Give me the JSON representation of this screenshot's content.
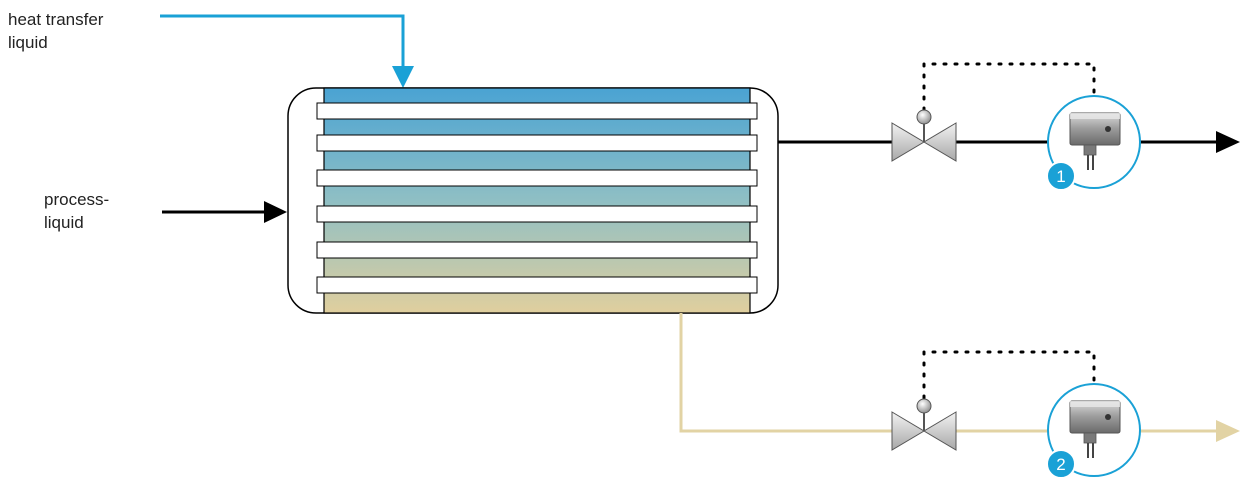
{
  "labels": {
    "heat_transfer_line1": "heat transfer",
    "heat_transfer_line2": "liquid",
    "process_line1": "process-",
    "process_line2": "liquid"
  },
  "sensors": [
    {
      "number": "1"
    },
    {
      "number": "2"
    }
  ],
  "colors": {
    "heat_transfer": "#1aa1d6",
    "process": "#000000",
    "cooled_product": "#e2d3a4",
    "badge": "#1aa1d6",
    "plate_gradient_top": "#4aa3d3",
    "plate_gradient_bottom": "#e0cf9e"
  },
  "icons": {
    "valve": "control-valve-icon",
    "transmitter": "sensor-transmitter-icon",
    "arrow": "flow-arrow-icon"
  }
}
